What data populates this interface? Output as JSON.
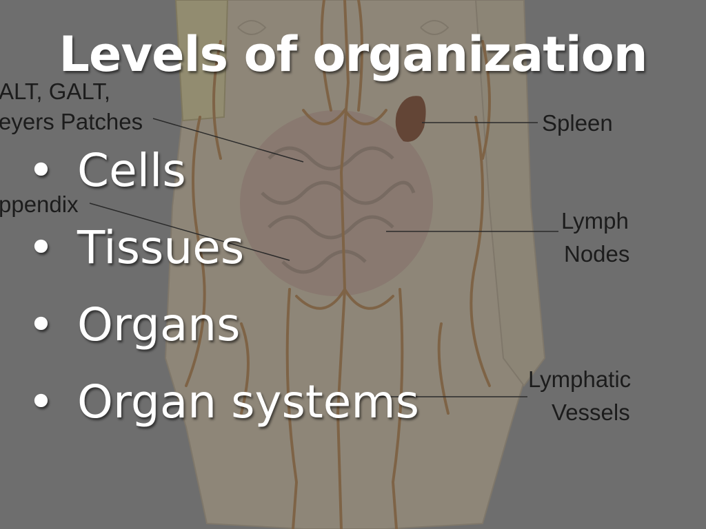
{
  "slide": {
    "title": "Levels of organization",
    "bullet_glyph": "•",
    "bullets": [
      "Cells",
      "Tissues",
      "Organs",
      "Organ systems"
    ]
  },
  "diagram": {
    "labels": {
      "galt_line1": "ALT, GALT,",
      "galt_line2": "eyers Patches",
      "appendix": "ppendix",
      "spleen": "Spleen",
      "lymph_line1": "Lymph",
      "lymph_line2": "Nodes",
      "vessels_line1": "Lymphatic",
      "vessels_line2": "Vessels"
    },
    "colors": {
      "overlay": "#6e6e6e",
      "body_fill": "#b5a78c",
      "vessel": "#8a5a25",
      "intestine": "#9c7f6d",
      "spleen": "#5a2308",
      "leader_line": "#2a2a2a"
    }
  }
}
